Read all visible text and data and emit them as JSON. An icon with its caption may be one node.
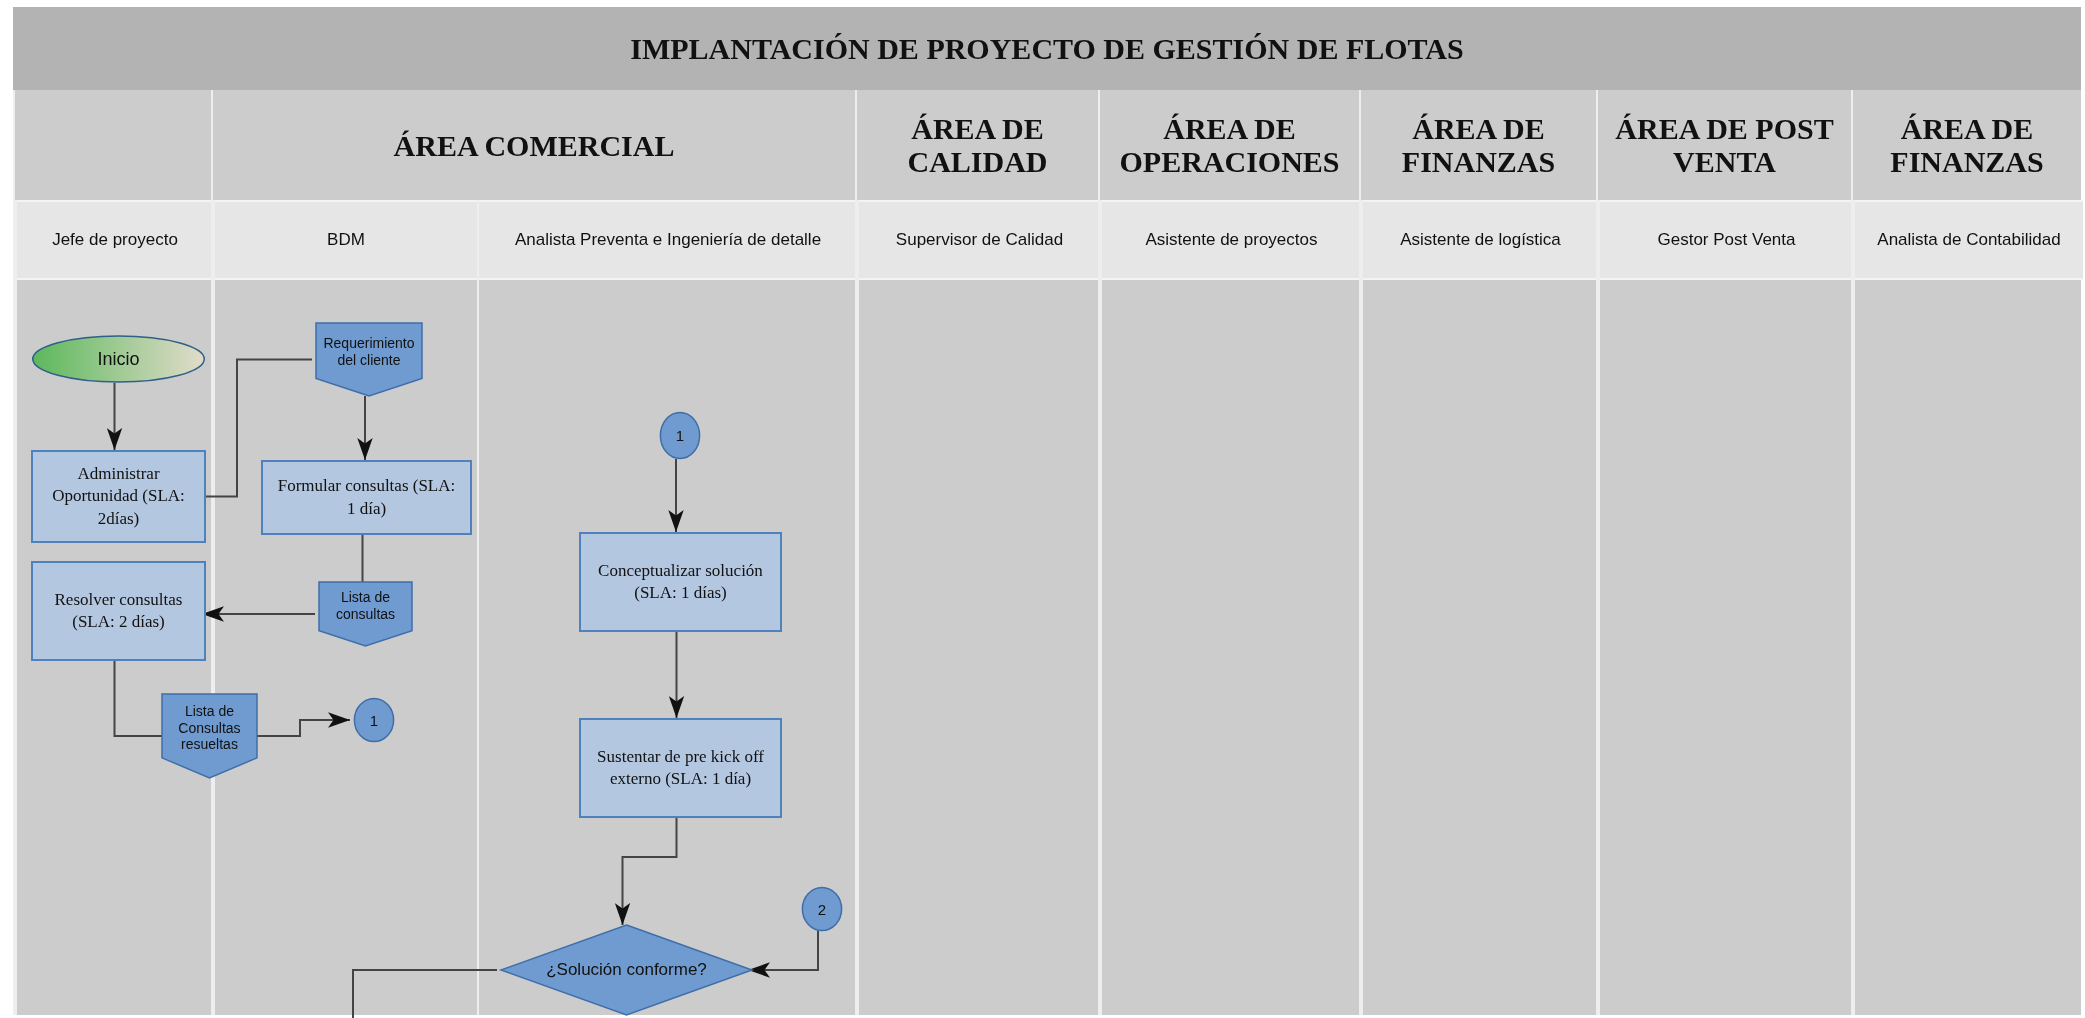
{
  "diagram": {
    "title": "IMPLANTACIÓN DE PROYECTO DE GESTIÓN DE FLOTAS",
    "nodes": [
      {
        "text": [],
        "shape": "band"
      },
      {
        "text": [
          "Jefe de proyecto"
        ],
        "in": 0
      },
      {
        "text": [
          "ÁREA COMERCIAL"
        ]
      },
      {
        "text": [
          "BDM"
        ],
        "in": 2
      },
      {
        "text": [
          "Analista Preventa e Ingeniería de detalle"
        ],
        "in": 2
      },
      {
        "text": [
          "ÁREA DE CALIDAD"
        ]
      },
      {
        "text": [
          "Supervisor de Calidad"
        ],
        "in": 5
      },
      {
        "text": [
          "ÁREA DE OPERACIONES"
        ]
      },
      {
        "text": [
          "Asistente de proyectos"
        ],
        "in": 7
      },
      {
        "text": [
          "ÁREA DE FINANZAS"
        ]
      },
      {
        "text": [
          "Asistente de logística"
        ],
        "in": 9
      },
      {
        "text": [
          "ÁREA DE POST VENTA"
        ]
      },
      {
        "text": [
          "Gestor Post Venta"
        ],
        "in": 11
      },
      {
        "text": [
          "ÁREA DE FINANZAS"
        ]
      },
      {
        "text": [
          "Analista de Contabilidad"
        ],
        "in": 13
      },
      {
        "text": [
          "Inicio"
        ],
        "in": 1
      },
      {
        "text": [
          "Administrar Oportunidad (SLA: 2días)"
        ],
        "in": 1
      },
      {
        "text": [
          "Resolver consultas (SLA: 2 días)"
        ],
        "in": 1
      },
      {
        "text": [
          "Requerimiento del cliente"
        ],
        "in": 3
      },
      {
        "text": [
          "Formular consultas (SLA: 1 día)"
        ],
        "in": 3
      },
      {
        "text": [
          "Lista de consultas"
        ],
        "in": 3
      },
      {
        "text": [
          "Lista de Consultas resueltas"
        ]
      },
      {
        "text": [
          "1"
        ],
        "in": 3
      },
      {
        "text": [
          "1"
        ],
        "in": 4
      },
      {
        "text": [
          "Conceptualizar solución (SLA: 1 días)"
        ],
        "in": 4
      },
      {
        "text": [
          "Sustentar de pre kick off externo (SLA: 1 día)"
        ],
        "in": 4
      },
      {
        "text": [
          "2"
        ],
        "in": 4
      },
      {
        "text": [
          "¿Solución conforme?"
        ],
        "in": 4
      }
    ],
    "edges": [
      {
        "from": 15,
        "to": 16,
        "arrow": "to"
      },
      {
        "from": 16,
        "to": 18,
        "arrow": "none"
      },
      {
        "from": 18,
        "to": 19,
        "arrow": "to"
      },
      {
        "from": 19,
        "to": 20,
        "arrow": "none"
      },
      {
        "from": 20,
        "to": 17,
        "arrow": "to"
      },
      {
        "from": 17,
        "to": 21,
        "arrow": "none"
      },
      {
        "from": 21,
        "to": 22,
        "arrow": "to"
      },
      {
        "from": 23,
        "to": 24,
        "arrow": "to"
      },
      {
        "from": 24,
        "to": 25,
        "arrow": "to"
      },
      {
        "from": 25,
        "to": 27,
        "arrow": "to"
      },
      {
        "from": 26,
        "to": 27,
        "arrow": "to"
      },
      {
        "from": 27,
        "to": null,
        "arrow": "none"
      }
    ]
  }
}
